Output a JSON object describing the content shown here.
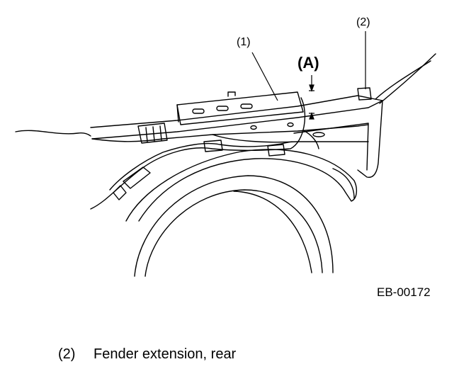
{
  "figure": {
    "callouts": {
      "part1": "(1)",
      "part2": "(2)",
      "clearance": "(A)"
    },
    "figure_code": "EB-00172"
  },
  "legend": [
    {
      "number": "(2)",
      "text": "Fender extension, rear"
    }
  ]
}
